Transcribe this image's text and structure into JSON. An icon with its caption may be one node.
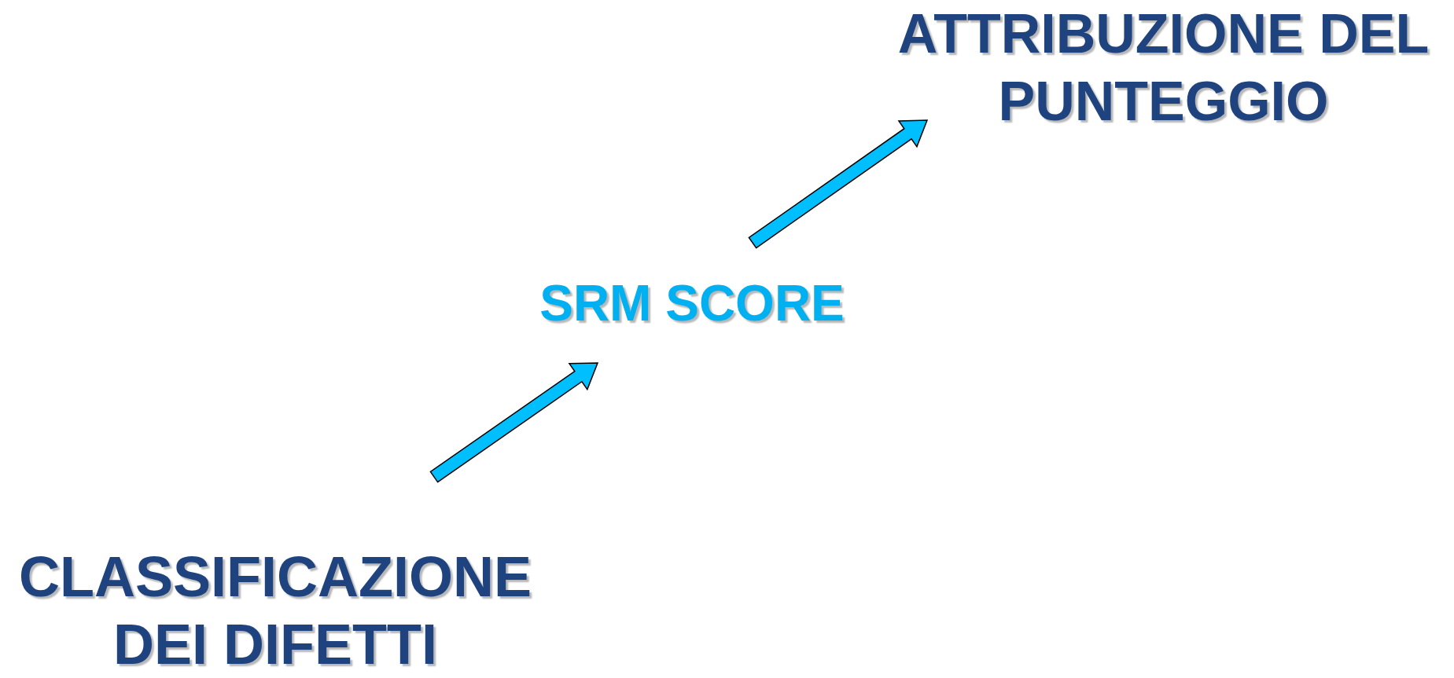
{
  "diagram": {
    "nodes": [
      {
        "text": [
          "CLASSIFICAZIONE DEI DIFETTI"
        ]
      },
      {
        "text": [
          "SRM SCORE"
        ]
      },
      {
        "text": [
          "ATTRIBUZIONE DEL PUNTEGGIO"
        ]
      }
    ],
    "edges": [
      {
        "from": 0,
        "to": 1,
        "arrow": "to"
      },
      {
        "from": 1,
        "to": 2,
        "arrow": "to"
      }
    ]
  }
}
